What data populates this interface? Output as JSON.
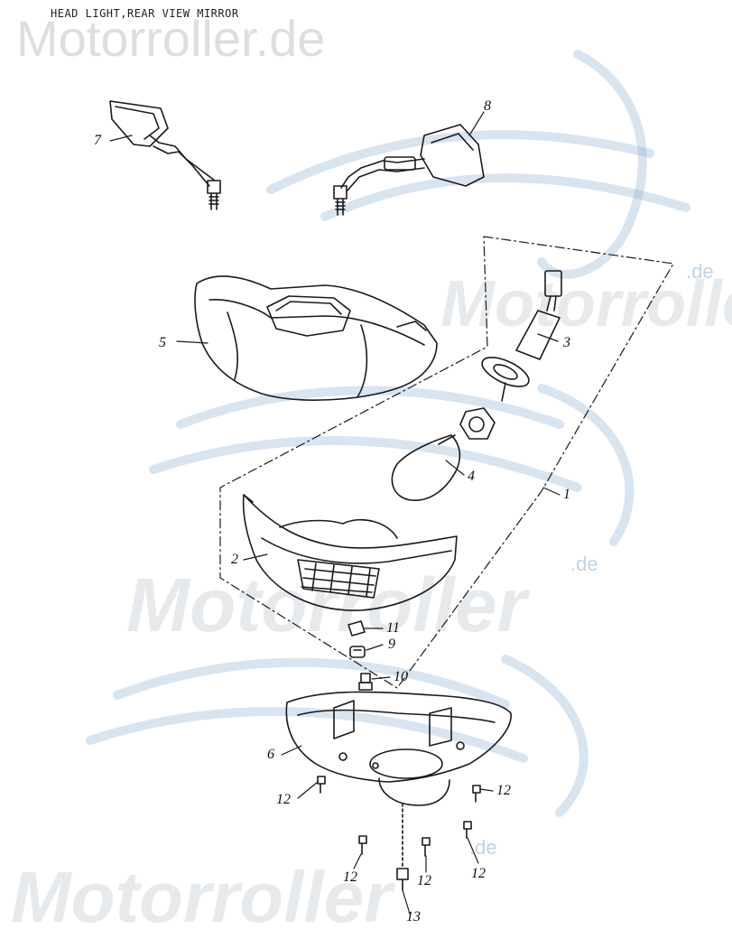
{
  "title": "HEAD LIGHT,REAR VIEW MIRROR",
  "watermarks": {
    "top": "Motorroller.de",
    "middle_1": "Motorroller",
    "middle_2": "Motorroller",
    "bottom": "Motorroller",
    "de_suffix": ".de"
  },
  "callouts": {
    "c1": "1",
    "c2": "2",
    "c3": "3",
    "c4": "4",
    "c5": "5",
    "c6": "6",
    "c7": "7",
    "c8": "8",
    "c9": "9",
    "c10": "10",
    "c11": "11",
    "c12a": "12",
    "c12b": "12",
    "c12c": "12",
    "c12d": "12",
    "c12e": "12",
    "c13": "13"
  },
  "colors": {
    "line": "#1a1a1a",
    "watermark_blue": "#8fb4d3"
  }
}
